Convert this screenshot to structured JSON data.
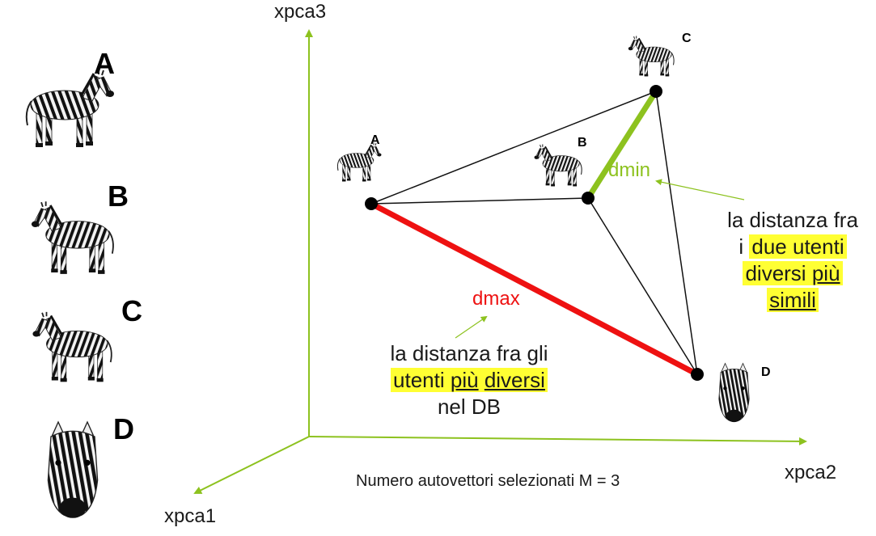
{
  "axes": {
    "x1": "xpca1",
    "x2": "xpca2",
    "x3": "xpca3"
  },
  "side_labels": [
    "A",
    "B",
    "C",
    "D"
  ],
  "points": {
    "A": "A",
    "B": "B",
    "C": "C",
    "D": "D"
  },
  "distances": {
    "max": "dmax",
    "min": "dmin"
  },
  "notes": {
    "max": {
      "line1": "la distanza fra gli",
      "line2_a": "utenti",
      "line2_b": "più",
      "line2_c": "diversi",
      "line3": "nel DB"
    },
    "min": {
      "line1": "la distanza fra",
      "line2_a": "i",
      "line2_b": "due utenti",
      "line3_a": "diversi",
      "line3_b": "più",
      "line4": "simili"
    }
  },
  "caption": "Numero autovettori selezionati M = 3",
  "colors": {
    "axis": "#8dc21f",
    "dmax": "#ee1111",
    "dmin": "#8dc21f",
    "highlight": "#ffff33"
  }
}
